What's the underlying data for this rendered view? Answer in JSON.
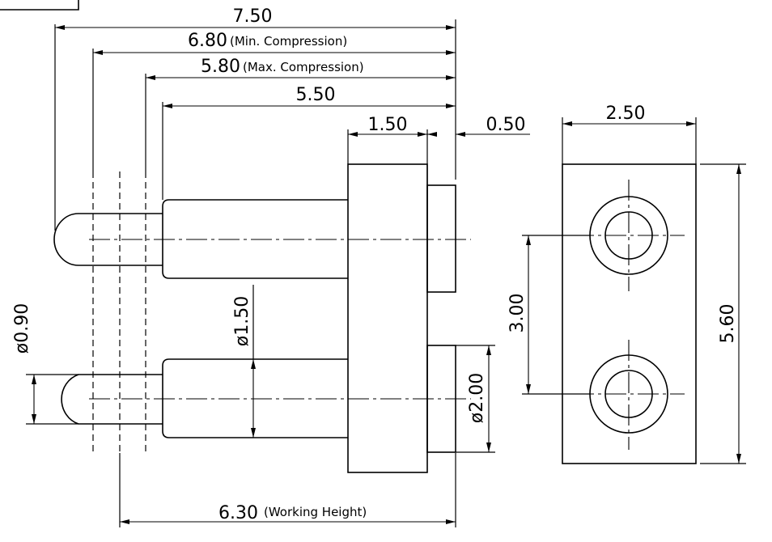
{
  "dimensions": {
    "overall": "7.50",
    "min_compression_value": "6.80",
    "min_compression_note": "(Min. Compression)",
    "max_compression_value": "5.80",
    "max_compression_note": "(Max. Compression)",
    "body_length": "5.50",
    "flange_thickness": "1.50",
    "tail_length": "0.50",
    "plunger_diameter": "ø0.90",
    "barrel_diameter": "ø1.50",
    "tail_diameter": "ø2.00",
    "working_height_value": "6.30",
    "working_height_note": "(Working Height)",
    "block_width": "2.50",
    "pitch": "3.00",
    "block_height": "5.60"
  }
}
